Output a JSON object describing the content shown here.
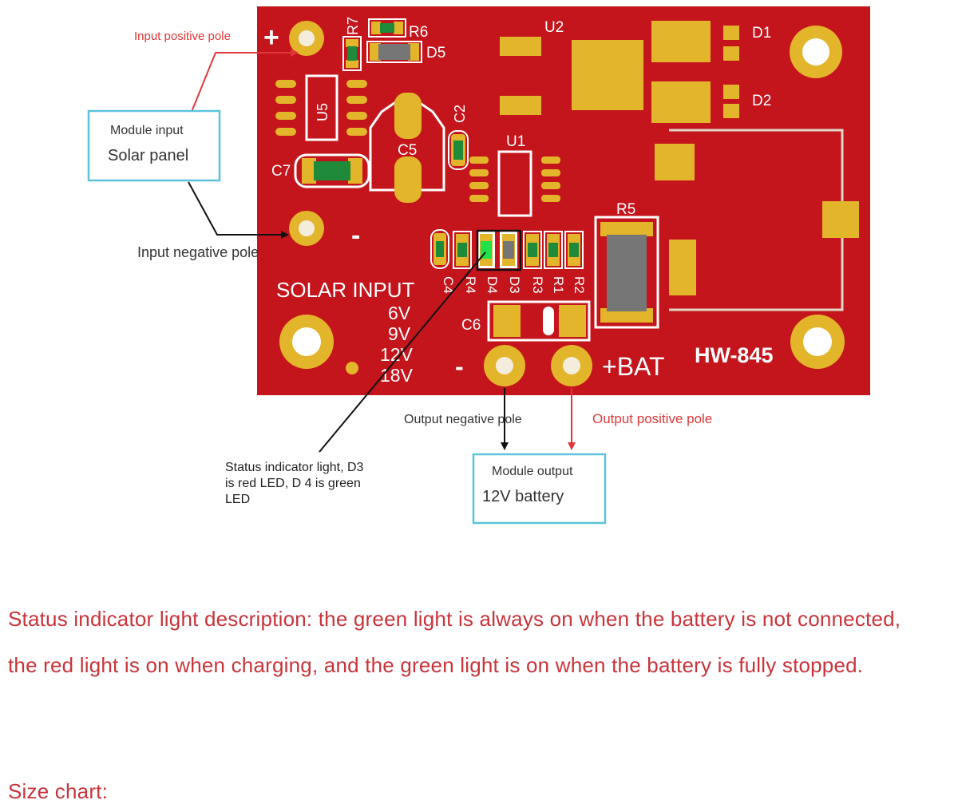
{
  "board": {
    "model": "HW-845",
    "solar_input": "SOLAR INPUT",
    "bat": "+BAT",
    "plus": "+",
    "minus": "-",
    "voltages": [
      "6V",
      "9V",
      "12V",
      "18V"
    ],
    "components": {
      "R7": "R7",
      "R6": "R6",
      "D5": "D5",
      "U2": "U2",
      "D1": "D1",
      "D2": "D2",
      "U5": "U5",
      "C2": "C2",
      "C5": "C5",
      "U1": "U1",
      "C7": "C7",
      "R5": "R5",
      "C6": "C6",
      "C4": "C4",
      "R4": "R4",
      "D4": "D4",
      "D3": "D3",
      "R3": "R3",
      "R1": "R1",
      "R2": "R2"
    }
  },
  "annotations": {
    "input_positive": "Input positive pole",
    "input_negative": "Input negative pole",
    "module_input_title": "Module input",
    "module_input_value": "Solar panel",
    "status_light_lines": [
      "Status indicator light, D3",
      "is red LED, D 4 is green",
      "LED"
    ],
    "output_negative": "Output negative pole",
    "output_positive": "Output positive pole",
    "module_output_title": "Module output",
    "module_output_value": "12V battery"
  },
  "description": {
    "line1": "Status indicator light description: the green light is always on when the battery is not connected,",
    "line2": "the red light is on when charging, and the green light is on when the battery is fully stopped.",
    "size_chart": "Size chart:"
  },
  "colors": {
    "pcb": "#c4141c",
    "pad_gold": "#e3b52a",
    "silkscreen": "#ffffff",
    "annotation_red": "#e03838",
    "box_border": "#5cc3dd",
    "led_green": "#22e04a"
  }
}
